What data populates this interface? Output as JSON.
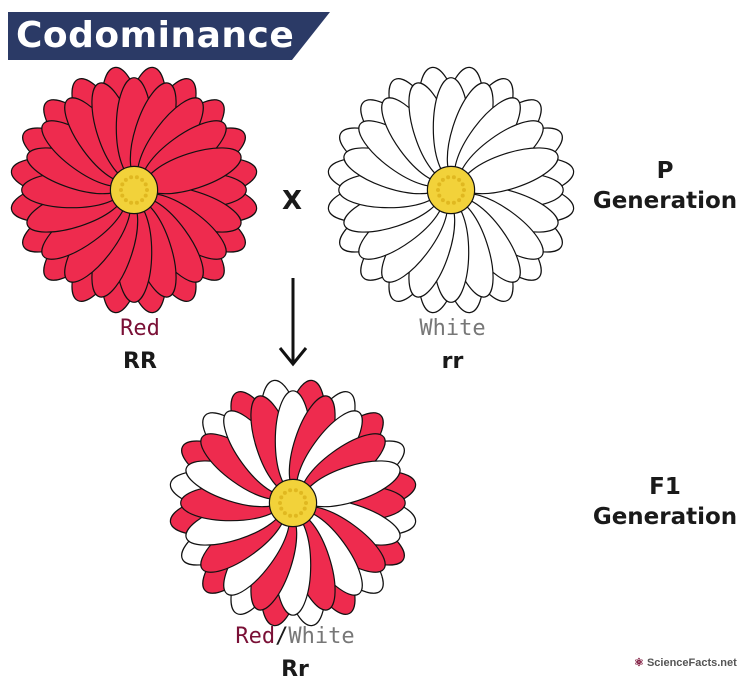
{
  "title": "Codominance",
  "colors": {
    "banner": "#2b3a66",
    "red_petal": "#ee2b4e",
    "white_petal": "#ffffff",
    "center": "#f2d23a",
    "outline": "#111111",
    "red_text": "#7a1036",
    "white_text": "#777777"
  },
  "cross_symbol": "X",
  "parents": [
    {
      "phenotype": "Red",
      "genotype": "RR",
      "petal_color": "red"
    },
    {
      "phenotype": "White",
      "genotype": "rr",
      "petal_color": "white"
    }
  ],
  "offspring": {
    "phenotype_red": "Red",
    "separator": "/",
    "phenotype_white": "White",
    "genotype": "Rr",
    "petal_color": "red-white"
  },
  "generations": {
    "p": {
      "line1": "P",
      "line2": "Generation"
    },
    "f1": {
      "line1": "F1",
      "line2": "Generation"
    }
  },
  "watermark": "ScienceFacts.net"
}
